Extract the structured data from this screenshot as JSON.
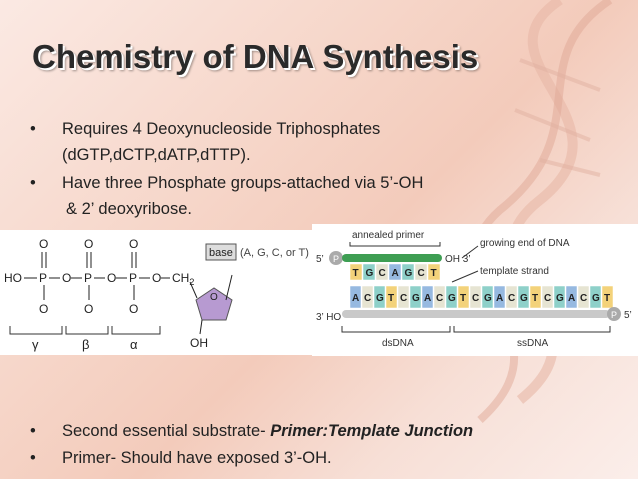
{
  "slide": {
    "title": "Chemistry of DNA Synthesis",
    "bullets_top": [
      {
        "line1": "Requires 4 Deoxynucleoside Triphosphates",
        "line2": "(dGTP,dCTP,dATP,dTTP)."
      },
      {
        "line1": "Have three Phosphate groups-attached via 5’-OH",
        "line2": "& 2’ deoxyribose."
      }
    ],
    "bullets_bottom": [
      {
        "prefix": "Second essential substrate- ",
        "emph": "Primer:Template Junction"
      },
      {
        "prefix": "Primer- Should have exposed 3’-OH."
      }
    ],
    "bullet_char": "•"
  },
  "figure_left": {
    "ho": "HO",
    "p": "P",
    "o": "O",
    "ch2": "CH",
    "ch2_sub": "2",
    "oh": "OH",
    "base_label": "base",
    "base_note": "(A, G, C, or T)",
    "gamma": "γ",
    "beta": "β",
    "alpha": "α"
  },
  "figure_right": {
    "annealed_primer": "annealed primer",
    "growing_end": "growing end of DNA",
    "template_strand": "template strand",
    "five_prime": "5’",
    "three_prime": "3’",
    "oh3": "OH 3’",
    "ho3": "3’ HO",
    "p": "P",
    "dsdna": "dsDNA",
    "ssdna": "ssDNA",
    "primer_seq": [
      "T",
      "G",
      "C",
      "A",
      "G",
      "C",
      "T"
    ],
    "template_seq": [
      "A",
      "C",
      "G",
      "T",
      "C",
      "G",
      "A",
      "C",
      "G",
      "T",
      "C",
      "G",
      "A",
      "C",
      "G",
      "T",
      "C",
      "G",
      "A",
      "C",
      "G",
      "T"
    ],
    "colors": {
      "T": "#f3d27a",
      "G": "#8ed0c9",
      "C": "#e6e4d2",
      "A": "#96b9e0",
      "primer": "#3e9e53",
      "backbone": "#c9c9c9"
    }
  }
}
